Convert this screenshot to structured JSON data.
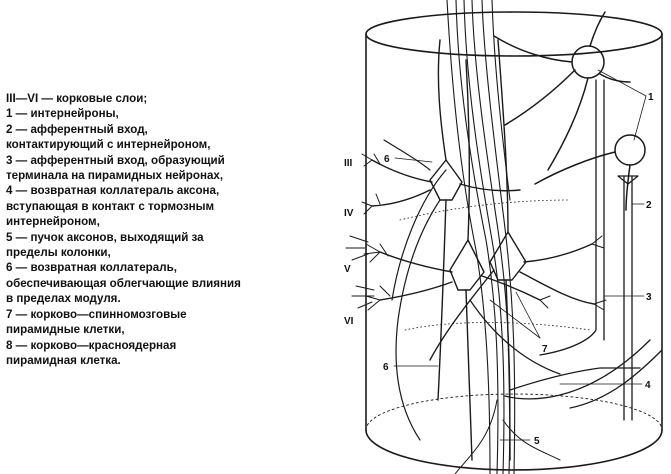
{
  "legend": {
    "lines": [
      "III—VI — корковые слои;",
      "1 — интернейроны,",
      "2 — афферентный вход,",
      "контактирующий с интернейроном,",
      "3 — афферентный вход, образующий",
      "терминала на пирамидных нейронах,",
      "4 — возвратная коллатераль аксона,",
      "вступающая в контакт с тормозным",
      "интернейроном,",
      "5 — пучок аксонов, выходящий за",
      "пределы колонки,",
      "6 — возвратная коллатераль,",
      "обеспечивающая облегчающие влияния",
      "в пределах модуля.",
      "7 — корково—спинномозговые",
      "пирамидные клетки,",
      "8 — корково—красноядерная",
      "пирамидная клетка."
    ]
  },
  "diagram": {
    "layers": [
      "III",
      "IV",
      "V",
      "VI"
    ],
    "callouts": {
      "n1": "1",
      "n2": "2",
      "n3": "3",
      "n4": "4",
      "n5": "5",
      "n6a": "6",
      "n6b": "6",
      "n7": "7"
    }
  }
}
